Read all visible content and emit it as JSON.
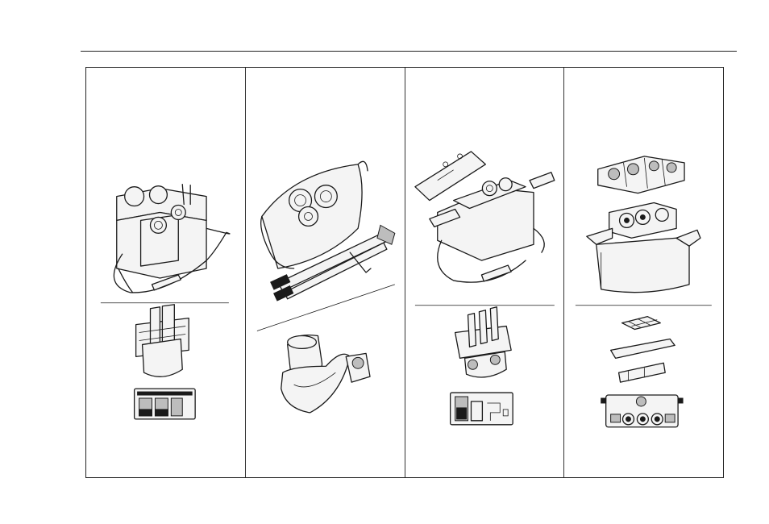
{
  "page": {
    "panels": [
      {
        "id": "panel-1",
        "top_figure": "camera-bag-open-icon",
        "middle_figure": "bag-insert-divider-icon",
        "bottom_figure": "bag-compartment-plan-icon"
      },
      {
        "id": "panel-2",
        "top_figure": "gadget-bag-with-tripod-icon",
        "middle_figure": "bag-lining-insert-icon"
      },
      {
        "id": "panel-3",
        "top_figure": "camera-case-open-lid-icon",
        "middle_figure": "case-insert-divider-icon",
        "bottom_figure": "case-compartment-plan-icon"
      },
      {
        "id": "panel-4",
        "top_figure": "hard-case-foam-tray-icon",
        "middle_figure": "tray-divider-parts-icon",
        "bottom_figure": "tray-compartment-plan-icon"
      }
    ]
  }
}
